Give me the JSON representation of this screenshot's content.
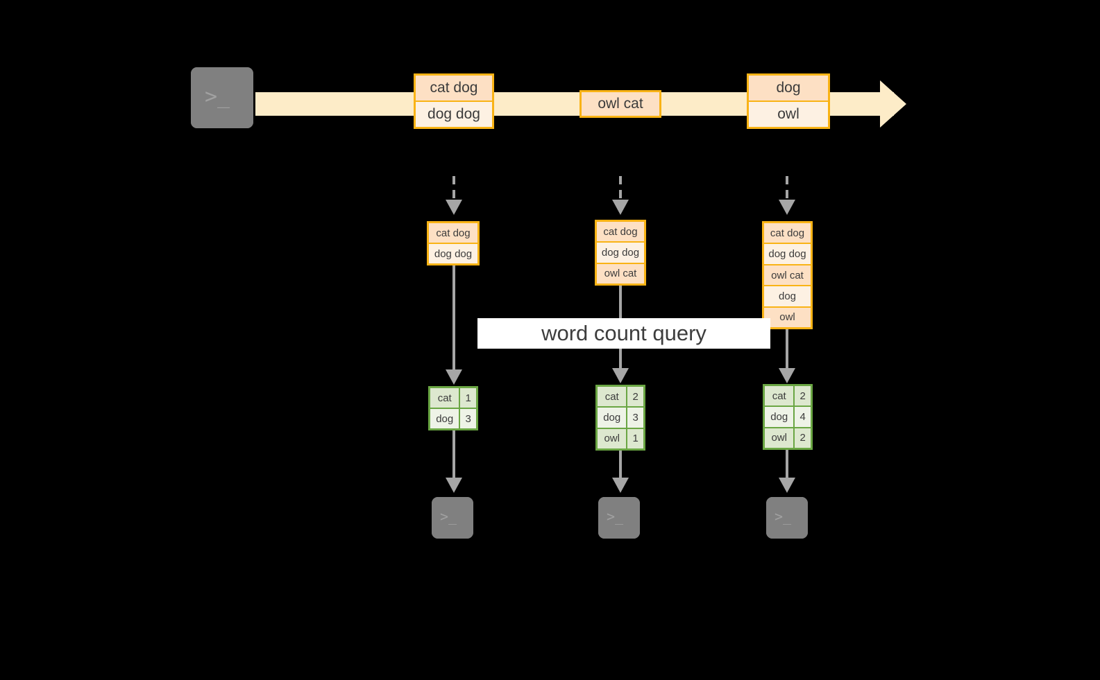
{
  "diagram": {
    "title": "word count streaming query diagram",
    "colors": {
      "background": "#000000",
      "record_border": "#f9b315",
      "record_fill_dark": "#fde0c4",
      "record_fill_light": "#fdf1e3",
      "stream_fill": "#fdecc8",
      "result_border": "#6aa643",
      "result_fill_dark": "#dde8cf",
      "result_fill_light": "#eef3e7",
      "arrow_gray": "#a6a6a6",
      "terminal_fill": "#808080",
      "label_band": "#ffffff"
    }
  },
  "source": {
    "terminal_label": "terminal-icon",
    "prompt_text": ">_"
  },
  "stream": {
    "name": "input-event-stream",
    "groups": [
      {
        "id": "g1",
        "rows": [
          "cat dog",
          "dog dog"
        ]
      },
      {
        "id": "g2",
        "rows": [
          "owl cat"
        ]
      },
      {
        "id": "g3",
        "rows": [
          "dog",
          "owl"
        ]
      }
    ]
  },
  "query": {
    "label": "word count query"
  },
  "snapshots": [
    {
      "id": "t1",
      "input_rows": [
        "cat dog",
        "dog dog"
      ],
      "result": {
        "rows": [
          {
            "word": "cat",
            "count": "1"
          },
          {
            "word": "dog",
            "count": "3"
          }
        ]
      },
      "sink_prompt": ">_"
    },
    {
      "id": "t2",
      "input_rows": [
        "cat dog",
        "dog dog",
        "owl cat"
      ],
      "result": {
        "rows": [
          {
            "word": "cat",
            "count": "2"
          },
          {
            "word": "dog",
            "count": "3"
          },
          {
            "word": "owl",
            "count": "1"
          }
        ]
      },
      "sink_prompt": ">_"
    },
    {
      "id": "t3",
      "input_rows": [
        "cat dog",
        "dog dog",
        "owl cat",
        "dog",
        "owl"
      ],
      "result": {
        "rows": [
          {
            "word": "cat",
            "count": "2"
          },
          {
            "word": "dog",
            "count": "4"
          },
          {
            "word": "owl",
            "count": "2"
          }
        ]
      },
      "sink_prompt": ">_"
    }
  ]
}
